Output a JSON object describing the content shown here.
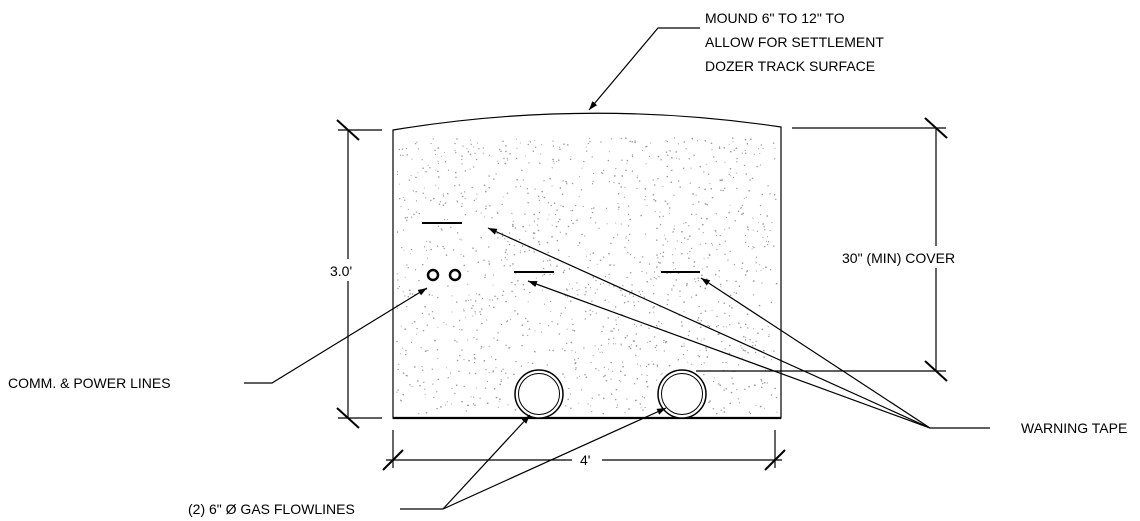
{
  "labels": {
    "mound_line1": "MOUND 6\" TO 12\" TO",
    "mound_line2": "ALLOW FOR SETTLEMENT",
    "mound_line3": "DOZER TRACK SURFACE",
    "depth_dimension": "3.0'",
    "cover_dimension": "30\" (MIN) COVER",
    "comm_power_lines": "COMM. & POWER LINES",
    "warning_tape": "WARNING TAPE",
    "width_dimension": "4'",
    "gas_flowlines": "(2) 6\" Ø GAS FLOWLINES"
  },
  "colors": {
    "line": "#000000",
    "stipple": "#9a9a9a"
  }
}
